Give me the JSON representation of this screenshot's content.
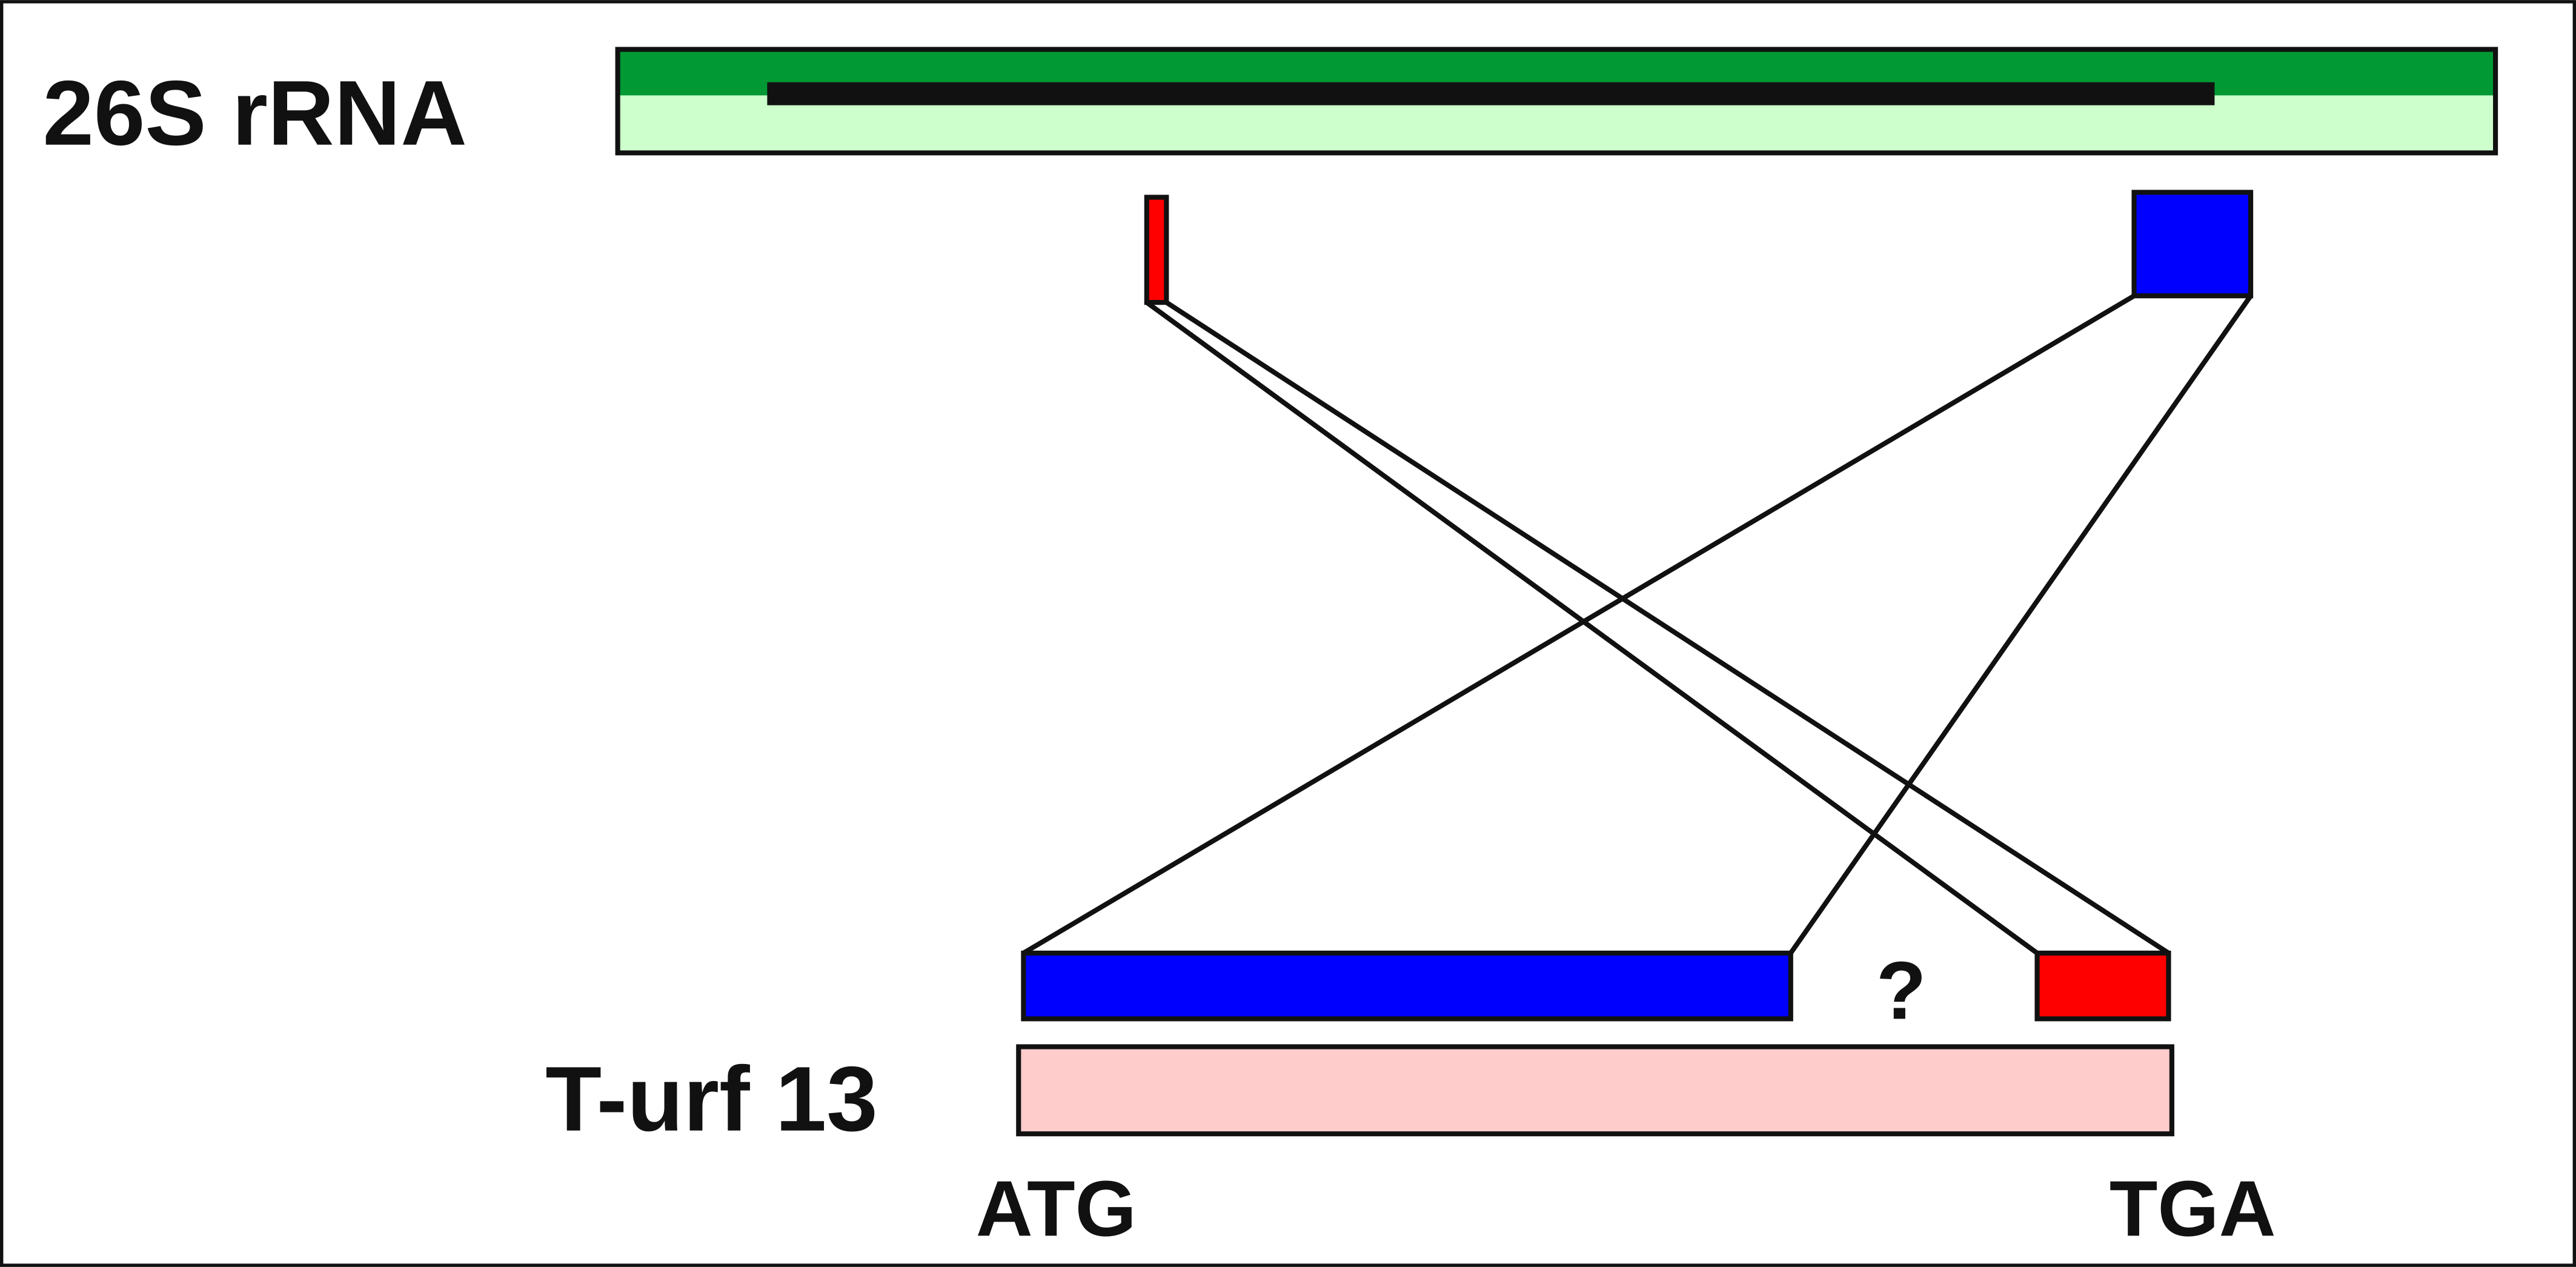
{
  "labels": {
    "rrna": "26S rRNA",
    "gene": "T-urf 13",
    "start_codon": "ATG",
    "stop_codon": "TGA",
    "unknown": "?"
  },
  "colors": {
    "rrna_dark": "#009933",
    "rrna_light": "#CCFFCC",
    "segment_red": "#FF0000",
    "segment_blue": "#0000FF",
    "gene_fill": "#FFCCCC",
    "outline": "#111111"
  }
}
